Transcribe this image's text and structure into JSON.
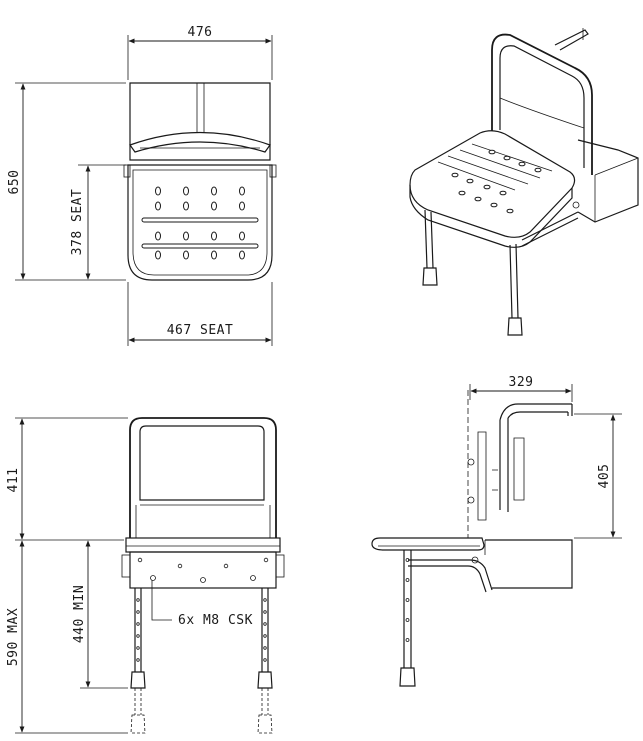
{
  "dimensions": {
    "top_width": "476",
    "total_height": "650",
    "seat_depth": "378 SEAT",
    "seat_width": "467 SEAT",
    "back_height": "411",
    "max_height": "590 MAX",
    "min_height": "440 MIN",
    "side_depth": "329",
    "side_back_height": "405"
  },
  "callouts": {
    "fixing": "6x M8 CSK"
  }
}
